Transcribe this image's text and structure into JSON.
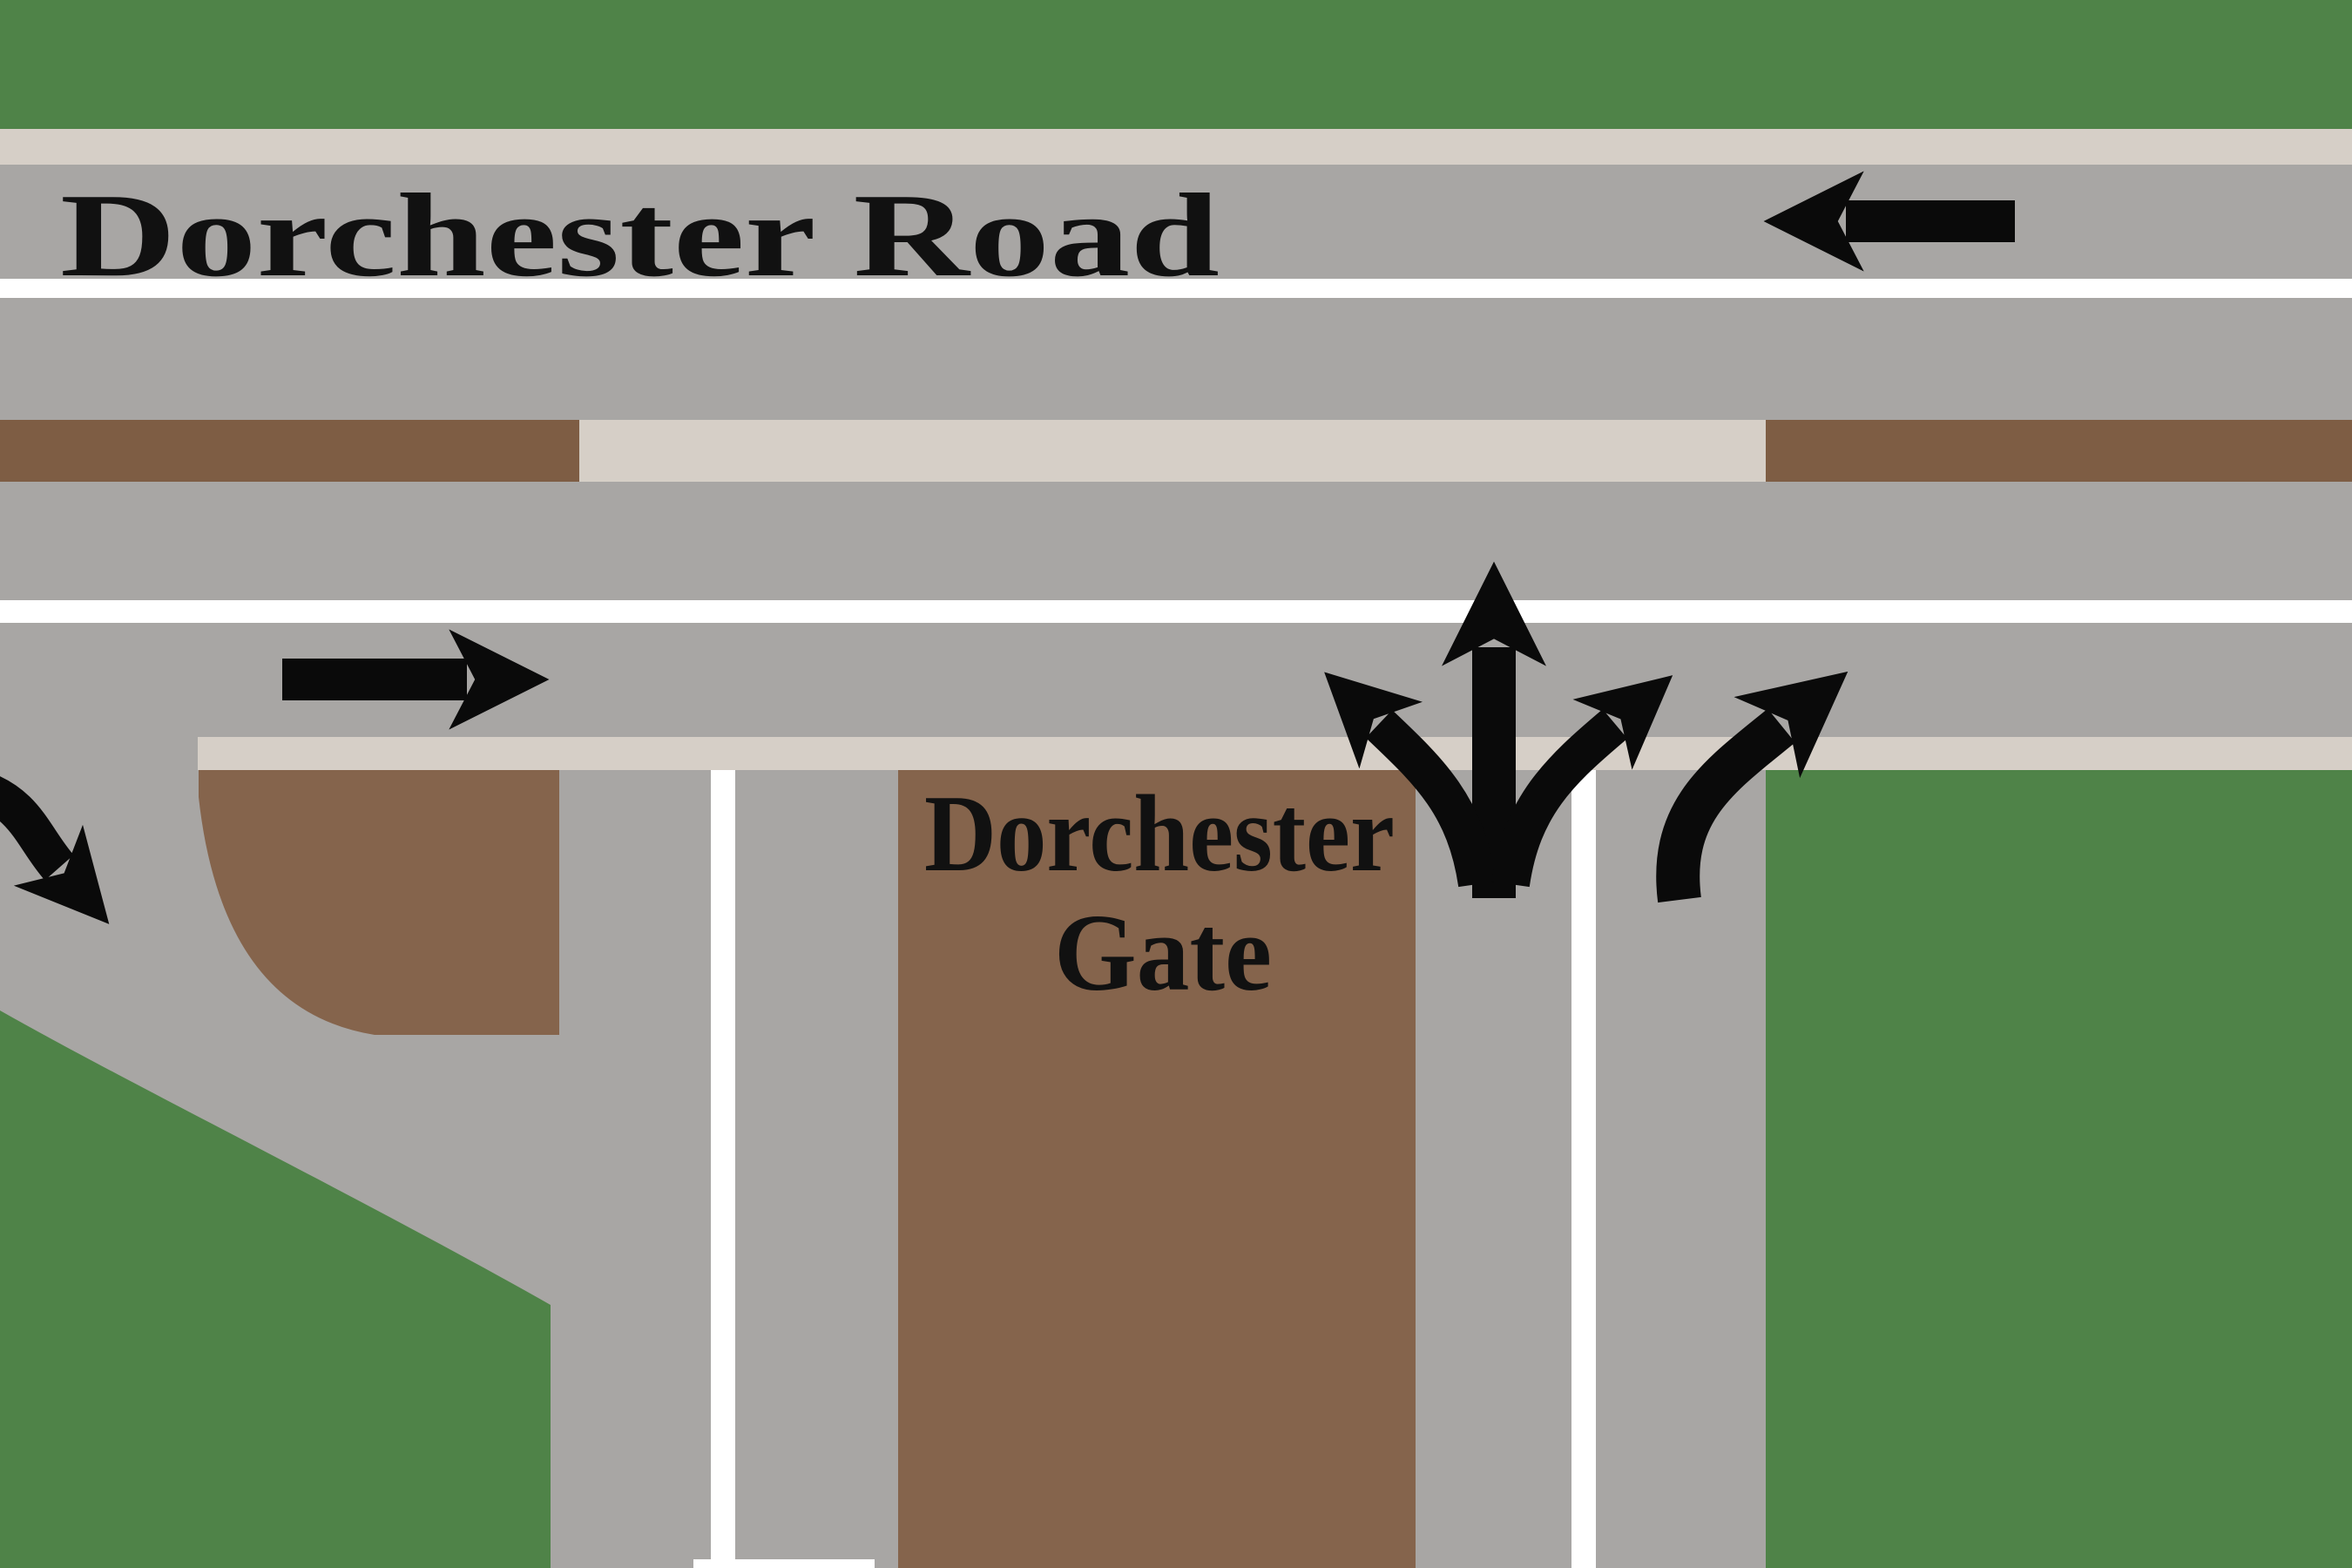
{
  "title": "Dorchester Road junction schematic map",
  "colors": {
    "grass": "#4f8348",
    "road": "#a8a6a4",
    "sidewalk": "#d6cfc7",
    "median_brown": "#7e5d44",
    "block_brown": "#85644c",
    "lane_line": "#ffffff",
    "arrow": "#0a0a0a",
    "text": "#111111"
  },
  "labels": {
    "main_road_name": "Dorchester Road",
    "gate_line1": "Dorchester",
    "gate_line2": "Gate"
  },
  "map": {
    "arrows": [
      {
        "name": "westbound-lane-arrow",
        "direction": "left"
      },
      {
        "name": "eastbound-lane-arrow",
        "direction": "right"
      },
      {
        "name": "straight-ahead-arrow",
        "direction": "up"
      },
      {
        "name": "fork-left-arrow",
        "direction": "up-left"
      },
      {
        "name": "fork-right-arrow",
        "direction": "up-right"
      },
      {
        "name": "merge-right-curve-arrow",
        "direction": "curve-up-right"
      },
      {
        "name": "slip-road-curve-arrow",
        "direction": "curve-down-right"
      }
    ],
    "regions": [
      {
        "name": "north-verge",
        "type": "grass"
      },
      {
        "name": "dorchester-road",
        "type": "road"
      },
      {
        "name": "central-median",
        "type": "median"
      },
      {
        "name": "west-gate-block",
        "type": "block"
      },
      {
        "name": "dorchester-gate-block",
        "type": "block"
      },
      {
        "name": "southwest-verge",
        "type": "grass"
      },
      {
        "name": "southeast-verge",
        "type": "grass"
      }
    ]
  }
}
